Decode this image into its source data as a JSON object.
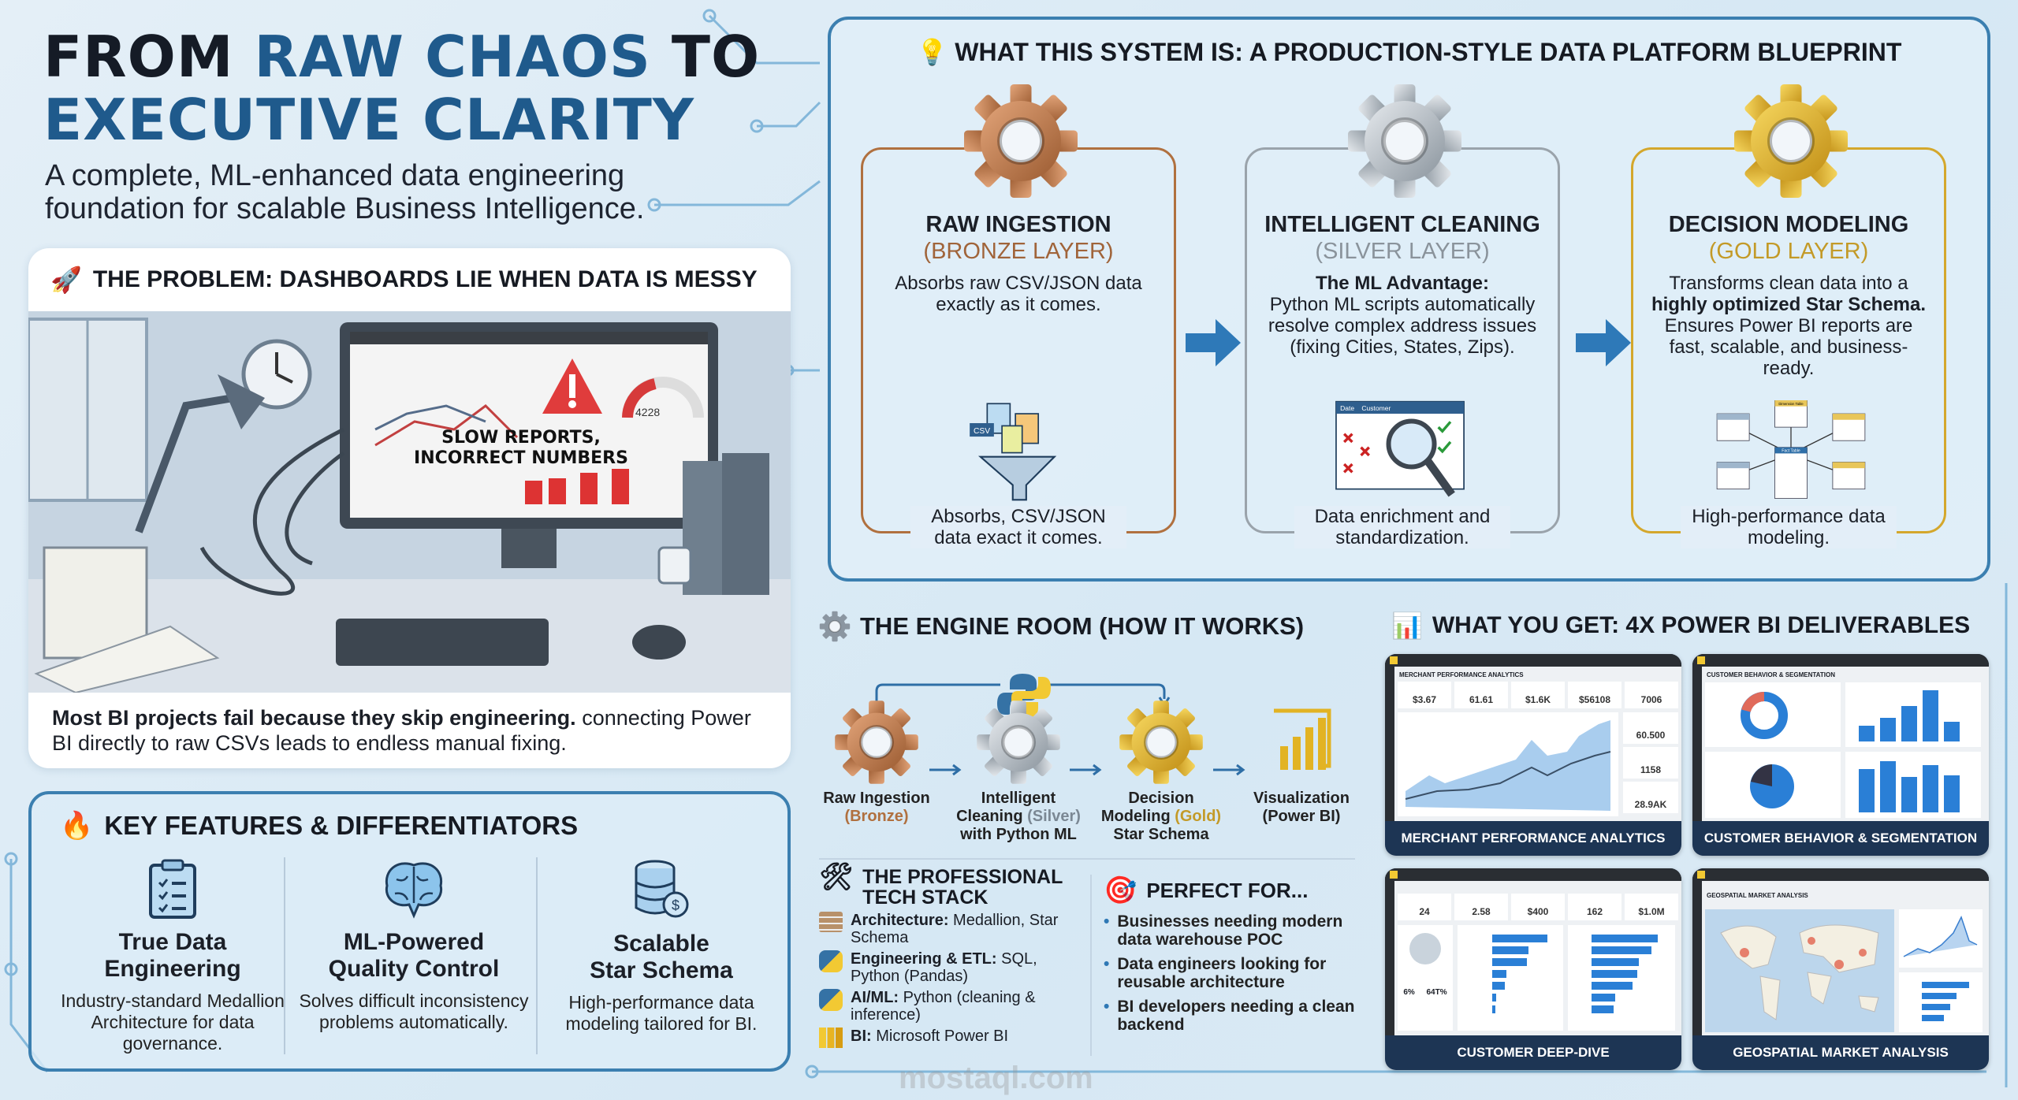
{
  "header": {
    "title_line1_a": "FROM ",
    "title_line1_b": "RAW CHAOS",
    "title_line1_c": " TO",
    "title_line2": "EXECUTIVE CLARITY",
    "subtitle_line1": "A complete, ML-enhanced data engineering",
    "subtitle_line2": "foundation for scalable Business Intelligence."
  },
  "colors": {
    "navy": "#151b26",
    "accent_blue": "#1f5a8c",
    "border_blue": "#3b7fb0",
    "bronze": "#b0703f",
    "silver": "#9aa3ab",
    "gold": "#d4a72c",
    "dash_navy": "#1d3554"
  },
  "problem": {
    "icon": "rocket-icon",
    "heading": "THE PROBLEM: DASHBOARDS LIE WHEN DATA IS MESSY",
    "screen_overlay_line1": "SLOW REPORTS,",
    "screen_overlay_line2": "INCORRECT NUMBERS",
    "gauge_value": "4228",
    "text_bold": "Most BI projects fail because they skip engineering.",
    "text_rest": " connecting Power BI directly to raw CSVs leads to endless manual fixing."
  },
  "features": {
    "icon": "fire-icon",
    "heading": "KEY FEATURES & DIFFERENTIATORS",
    "items": [
      {
        "icon": "clipboard-checklist-icon",
        "title_1": "True Data",
        "title_2": "Engineering",
        "desc": "Industry-standard Medallion Architecture for data governance."
      },
      {
        "icon": "brain-icon",
        "title_1": "ML-Powered",
        "title_2": "Quality Control",
        "desc": "Solves difficult inconsistency problems automatically."
      },
      {
        "icon": "database-dollar-icon",
        "title_1": "Scalable",
        "title_2": "Star Schema",
        "desc": "High-performance data modeling tailored for BI."
      }
    ]
  },
  "system": {
    "icon": "lightbulb-icon",
    "heading": "WHAT THIS SYSTEM IS: A PRODUCTION-STYLE DATA PLATFORM BLUEPRINT",
    "layers": [
      {
        "title": "RAW INGESTION",
        "subtitle": "(BRONZE LAYER)",
        "desc_bold": "",
        "desc": "Absorbs raw CSV/JSON data exactly as it comes.",
        "footer": "Absorbs, CSV/JSON data exact it comes.",
        "art_label": "CSV"
      },
      {
        "title": "INTELLIGENT CLEANING",
        "subtitle": "(SILVER LAYER)",
        "desc_bold": "The ML Advantage:",
        "desc": "Python ML scripts automatically resolve complex address issues (fixing Cities, States, Zips).",
        "footer": "Data enrichment and standardization.",
        "art_label_1": "Date",
        "art_label_2": "Customer"
      },
      {
        "title": "DECISION MODELING",
        "subtitle": "(GOLD LAYER)",
        "desc_pre": "Transforms clean data into a ",
        "desc_bold": "highly optimized Star Schema.",
        "desc": " Ensures Power BI reports are fast, scalable, and business-ready.",
        "footer": "High-performance data modeling.",
        "art_fact": "Fact Table",
        "art_dim": "Dimension Table"
      }
    ]
  },
  "engine": {
    "icon": "gear-icon",
    "heading": "THE ENGINE ROOM (HOW IT WORKS)",
    "steps": [
      {
        "line1": "Raw Ingestion",
        "tag": "(Bronze)",
        "line3": ""
      },
      {
        "line1": "Intelligent",
        "line2": "Cleaning ",
        "tag": "(Silver)",
        "line3": "with Python ML"
      },
      {
        "line1": "Decision",
        "line2": "Modeling ",
        "tag": "(Gold)",
        "line3": "Star Schema"
      },
      {
        "line1": "Visualization",
        "tag": "(Power BI)",
        "line3": ""
      }
    ]
  },
  "stack": {
    "icon": "tools-icon",
    "heading_1": "THE PROFESSIONAL",
    "heading_2": "TECH STACK",
    "items": [
      {
        "icon": "layers-icon",
        "label": "Architecture:",
        "value": " Medallion, Star Schema"
      },
      {
        "icon": "python-icon",
        "label": "Engineering & ETL:",
        "value": " SQL, Python (Pandas)"
      },
      {
        "icon": "python-icon",
        "label": "AI/ML:",
        "value": " Python (cleaning & inference)"
      },
      {
        "icon": "power-bi-icon",
        "label": "BI:",
        "value": " Microsoft Power BI"
      }
    ]
  },
  "perfect": {
    "icon": "target-icon",
    "heading": "PERFECT FOR...",
    "items": [
      "Businesses needing modern data warehouse POC",
      "Data engineers looking for reusable architecture",
      "BI developers needing a clean backend"
    ]
  },
  "deliverables": {
    "icon": "bar-chart-icon",
    "heading": "WHAT YOU GET: 4X POWER BI DELIVERABLES",
    "items": [
      {
        "caption": "MERCHANT PERFORMANCE ANALYTICS",
        "inner_title": "MERCHANT PERFORMANCE ANALYTICS",
        "kpis": [
          "$3.67",
          "61.61",
          "$1.6K",
          "$56108",
          "7006"
        ],
        "side_kpis": [
          "60.500",
          "1158",
          "28.9AK"
        ]
      },
      {
        "caption": "CUSTOMER BEHAVIOR & SEGMENTATION",
        "inner_title": "CUSTOMER BEHAVIOR & SEGMENTATION",
        "kpis": [],
        "side_kpis": []
      },
      {
        "caption": "CUSTOMER DEEP-DIVE",
        "inner_title": "",
        "kpis": [
          "24",
          "2.58",
          "$400",
          "162",
          "$1.0M"
        ],
        "side_kpis": [
          "6%",
          "64T%"
        ]
      },
      {
        "caption": "GEOSPATIAL MARKET ANALYSIS",
        "inner_title": "GEOSPATIAL MARKET ANALYSIS",
        "kpis": [],
        "side_kpis": []
      }
    ]
  },
  "watermark": "mostaql.com"
}
